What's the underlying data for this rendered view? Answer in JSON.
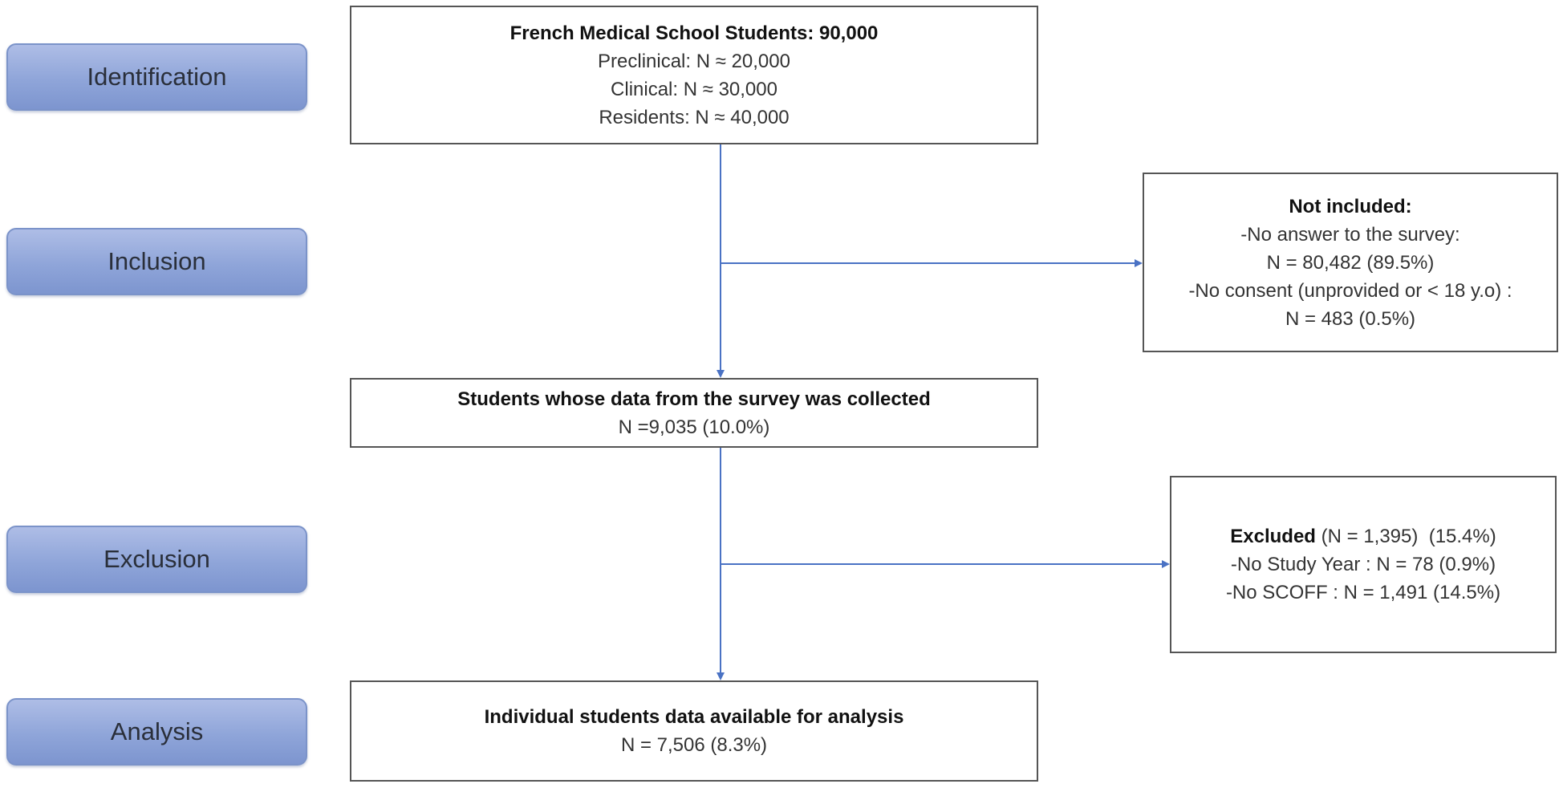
{
  "stages": {
    "identification": "Identification",
    "inclusion": "Inclusion",
    "exclusion": "Exclusion",
    "analysis": "Analysis"
  },
  "source": {
    "title": "French Medical School Students: 90,000",
    "lines": [
      "Preclinical: N ≈ 20,000",
      "Clinical: N ≈ 30,000",
      "Residents: N ≈ 40,000"
    ]
  },
  "not_included": {
    "title": "Not included:",
    "lines": [
      "-No answer to the survey:",
      "N = 80,482 (89.5%)",
      "-No consent (unprovided or < 18 y.o) :",
      "N = 483 (0.5%)"
    ]
  },
  "collected": {
    "title": "Students whose data from the survey was collected",
    "value": "N =9,035 (10.0%)"
  },
  "excluded": {
    "title": "Excluded",
    "title_rest": " (N = 1,395)  (15.4%)",
    "lines": [
      "-No Study Year : N = 78 (0.9%)",
      "-No SCOFF : N = 1,491 (14.5%)"
    ]
  },
  "analysis": {
    "title": "Individual students data available for analysis",
    "value": "N = 7,506 (8.3%)"
  },
  "colors": {
    "arrow": "#4a72c4",
    "stage_fill": "#8fa5d9",
    "box_border": "#555555"
  }
}
